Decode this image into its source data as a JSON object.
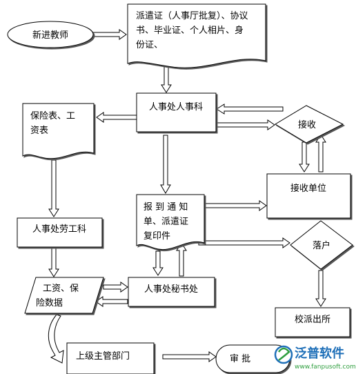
{
  "nodes": {
    "new_teacher": "新进教师",
    "documents": [
      "派遣证（人事厅批复）、协议",
      "书、毕业证、个人相片、身",
      "份证、"
    ],
    "personnel_section": "人事处人事科",
    "insurance": [
      "保险表、工",
      "资表"
    ],
    "receive": "接收",
    "receiving_unit": "接收单位",
    "notice": [
      "报 到 通 知",
      "单、派遣证",
      "复印件"
    ],
    "labor_section": "人事处劳工科",
    "settle": "落户",
    "wage_data": [
      "工资、保",
      "险数据"
    ],
    "secretary": "人事处秘书处",
    "school_office": "校派出所",
    "supervisor": "上级主管部门",
    "approve": "审    批"
  },
  "watermark": {
    "brand": "泛普软件",
    "url": "www.fanpusoft.com"
  },
  "colors": {
    "stroke": "#000000",
    "fill": "#ffffff",
    "watermark_blue": "#1e6fb8",
    "watermark_green": "#2e9e3e"
  }
}
